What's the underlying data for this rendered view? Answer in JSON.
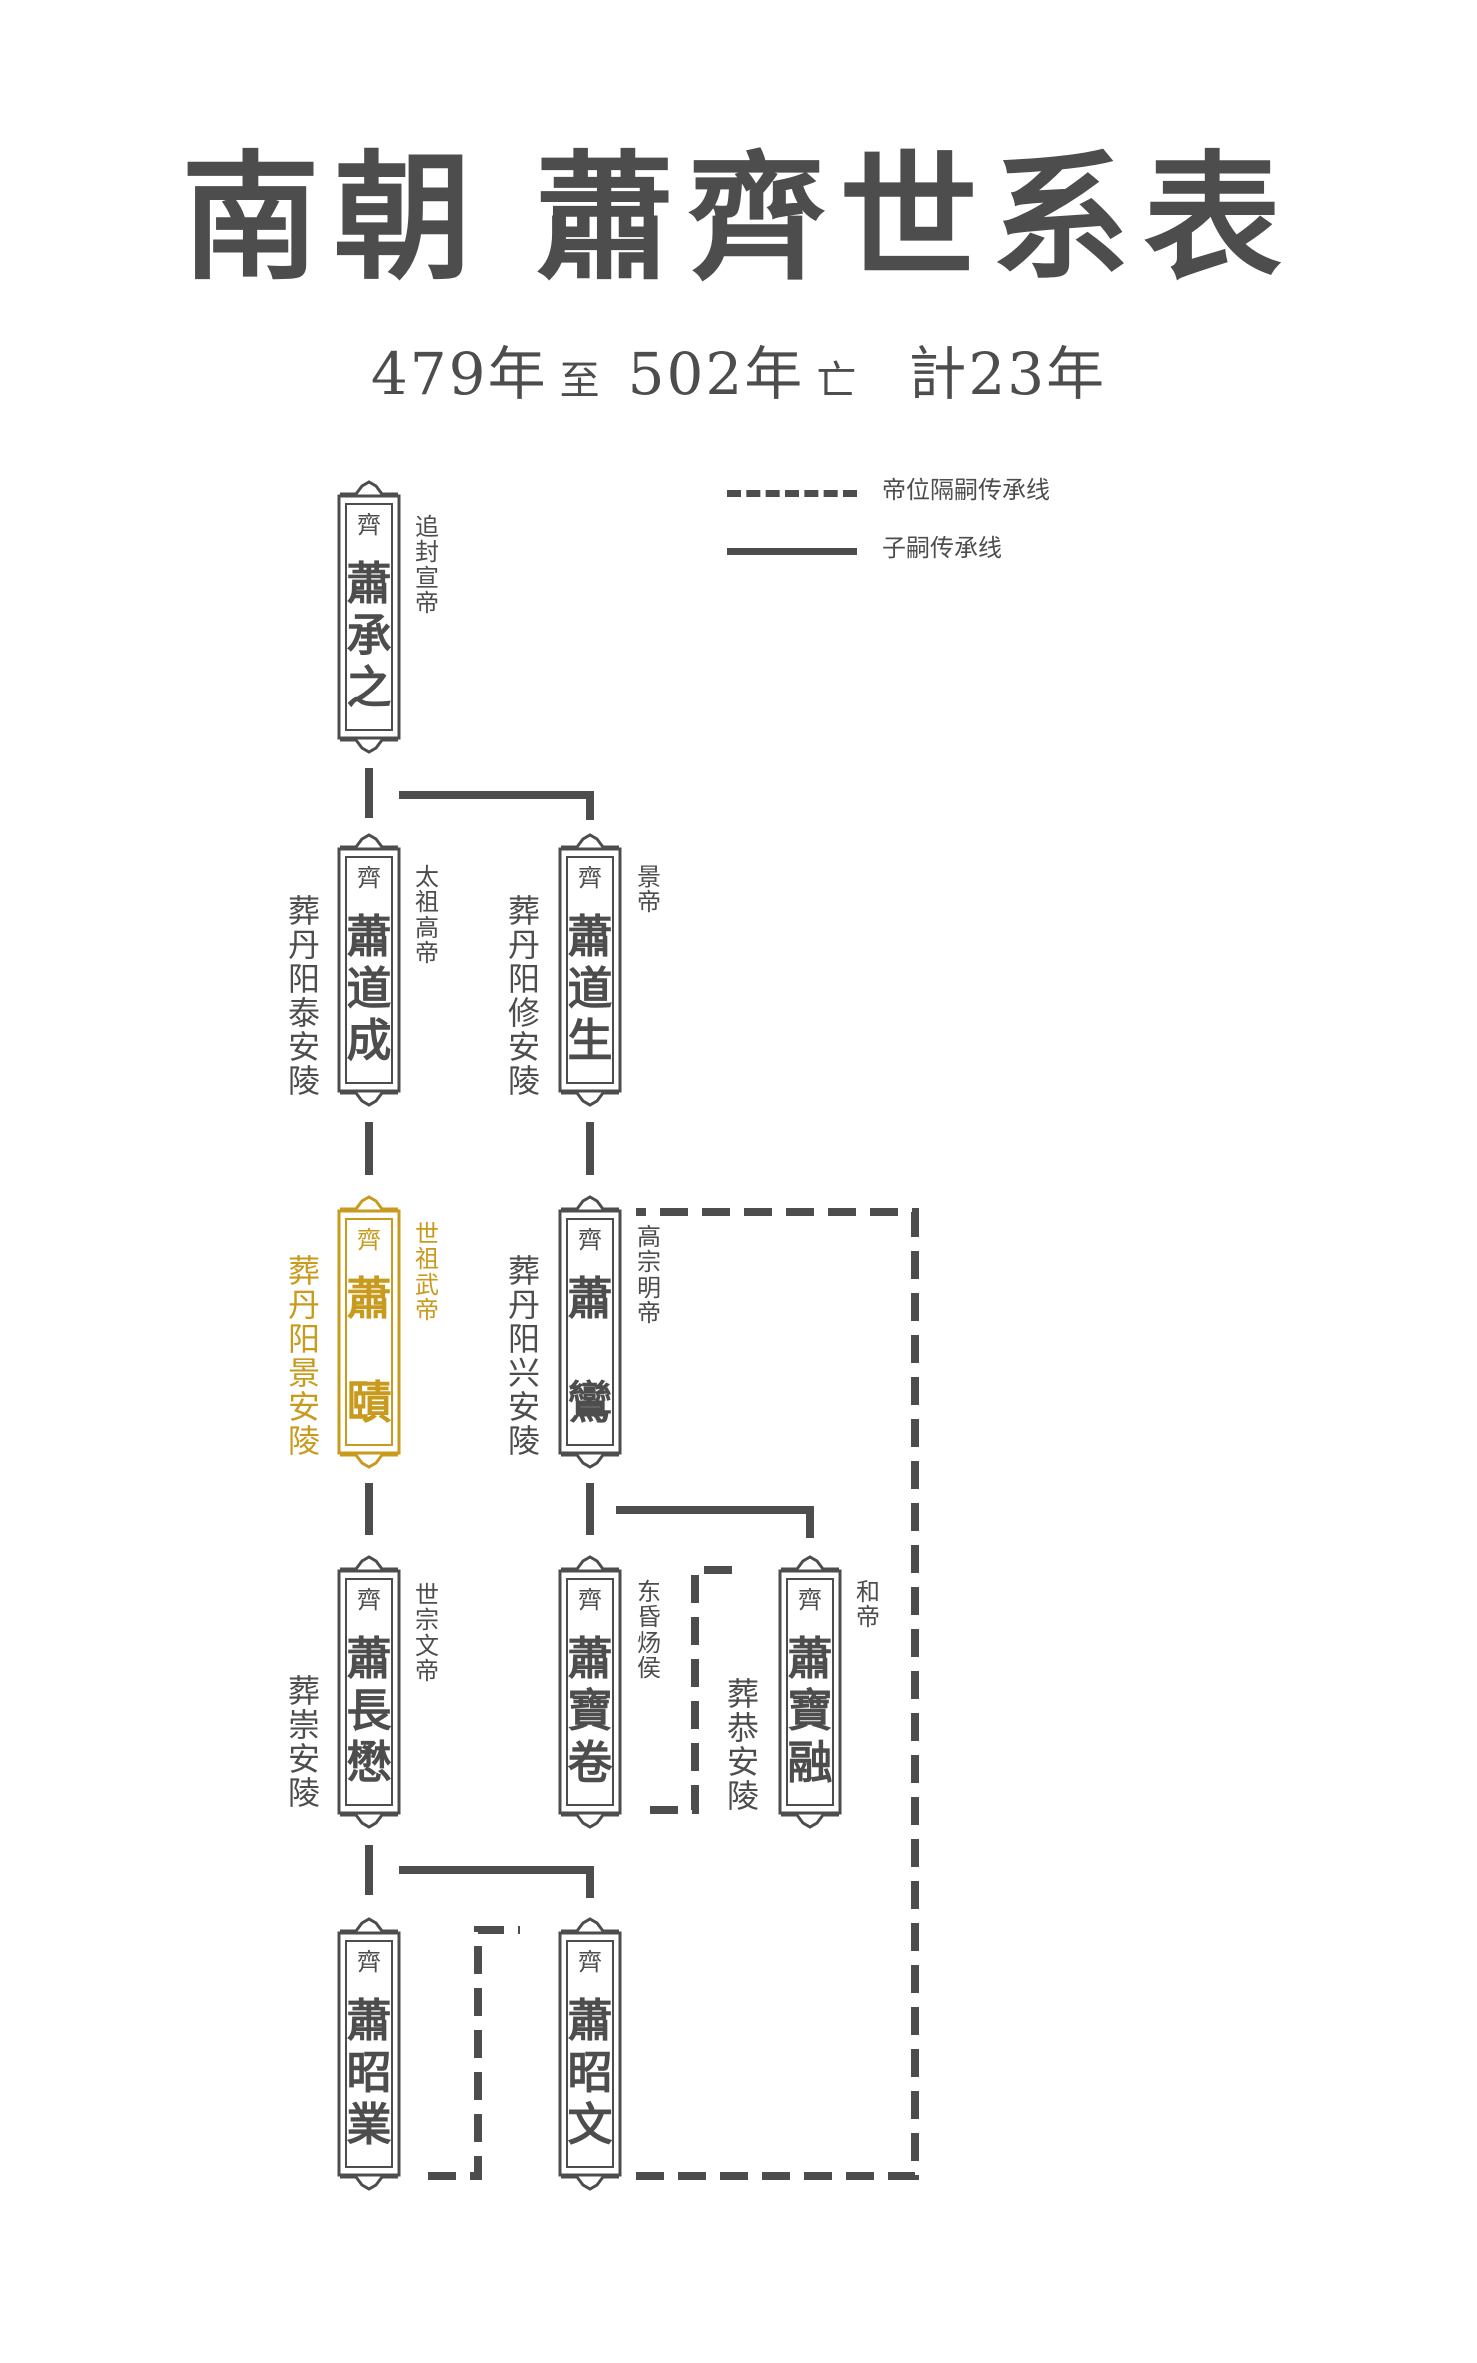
{
  "title": {
    "dynasty": "南朝",
    "name": "蕭齊世系表"
  },
  "subtitle": {
    "start": "479年",
    "to": "至",
    "end": "502年",
    "fall": "亡",
    "total": "計23年"
  },
  "legend": {
    "dashed_label": "帝位隔嗣传承线",
    "solid_label": "子嗣传承线"
  },
  "colors": {
    "line": "#4d4d4d",
    "highlight": "#c89a1e"
  },
  "persons": [
    {
      "id": "chengzhi",
      "emblem": "齊",
      "name": "蕭承之",
      "title": "追封宣帝",
      "burial": ""
    },
    {
      "id": "daocheng",
      "emblem": "齊",
      "name": "蕭道成",
      "title": "太祖高帝",
      "burial": "葬丹阳泰安陵"
    },
    {
      "id": "daosheng",
      "emblem": "齊",
      "name": "蕭道生",
      "title": "景帝",
      "burial": "葬丹阳修安陵"
    },
    {
      "id": "ze",
      "emblem": "齊",
      "name": "蕭 賾",
      "title": "世祖武帝",
      "burial": "葬丹阳景安陵"
    },
    {
      "id": "luan",
      "emblem": "齊",
      "name": "蕭 鸞",
      "title": "高宗明帝",
      "burial": "葬丹阳兴安陵"
    },
    {
      "id": "changmao",
      "emblem": "齊",
      "name": "蕭長懋",
      "title": "世宗文帝",
      "burial": "葬崇安陵"
    },
    {
      "id": "baojuan",
      "emblem": "齊",
      "name": "蕭寶卷",
      "title": "东昏炀侯",
      "burial": ""
    },
    {
      "id": "baorong",
      "emblem": "齊",
      "name": "蕭寶融",
      "title": "和帝",
      "burial": "葬恭安陵"
    },
    {
      "id": "zhaoye",
      "emblem": "齊",
      "name": "蕭昭業",
      "title": "",
      "burial": ""
    },
    {
      "id": "zhaowen",
      "emblem": "齊",
      "name": "蕭昭文",
      "title": "",
      "burial": ""
    }
  ]
}
